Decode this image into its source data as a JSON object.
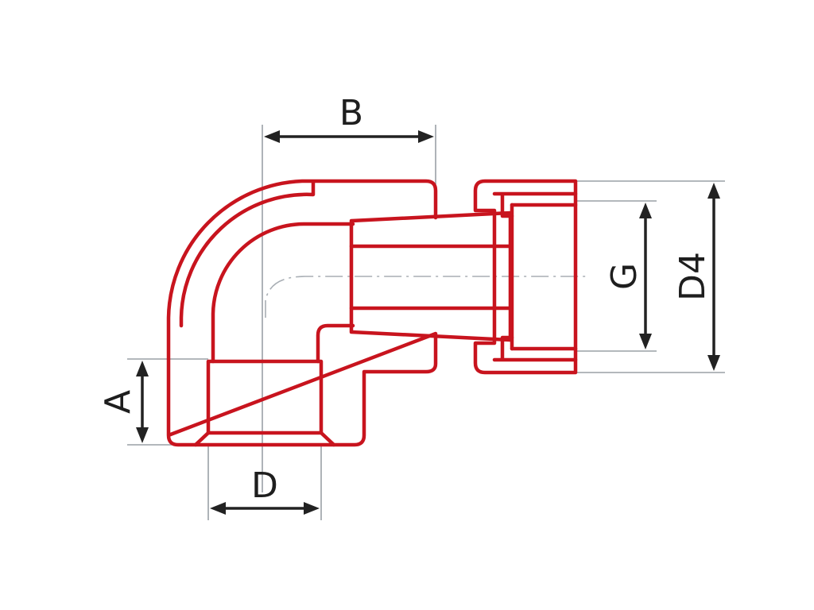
{
  "diagram": {
    "colors": {
      "part_outline": "#c8141e",
      "dimension_lines": "#222222",
      "extension_lines": "#9aa0a6",
      "background": "#ffffff"
    },
    "dimensions": {
      "a": "A",
      "b": "B",
      "d": "D",
      "g": "G",
      "d4": "D4"
    }
  }
}
